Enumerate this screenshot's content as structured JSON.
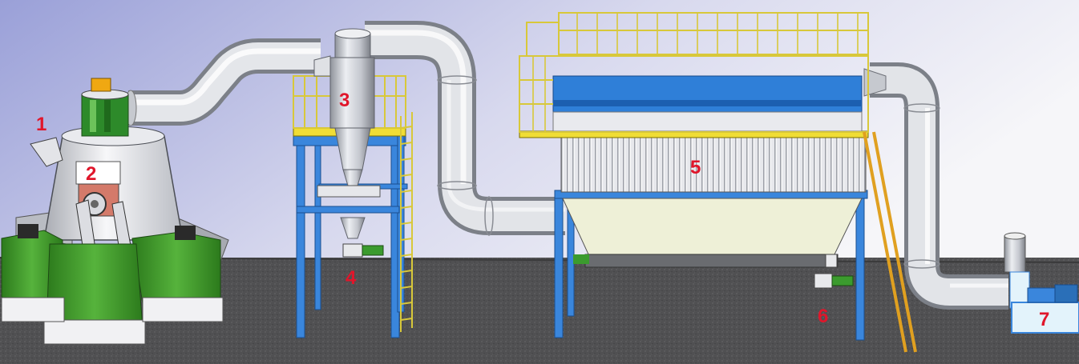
{
  "labels": [
    "1",
    "2",
    "3",
    "4",
    "5",
    "6",
    "7"
  ],
  "colors": {
    "label": "#e0162b",
    "pipe": "#c9ccd3",
    "frame_blue": "#2f7fd8",
    "machine_green": "#3f9a2a",
    "railing_yellow": "#d8c83a",
    "ground": "#4f4f50",
    "sky_top": "#9aa0d8",
    "sky_bottom": "#f2f2f6"
  },
  "components": [
    {
      "id": "1",
      "name": "feed-hopper"
    },
    {
      "id": "2",
      "name": "grinding-mill"
    },
    {
      "id": "3",
      "name": "cyclone-separator"
    },
    {
      "id": "4",
      "name": "cyclone-discharge-valve"
    },
    {
      "id": "5",
      "name": "pulse-bag-filter"
    },
    {
      "id": "6",
      "name": "filter-discharge-valve"
    },
    {
      "id": "7",
      "name": "induced-draft-fan"
    }
  ]
}
